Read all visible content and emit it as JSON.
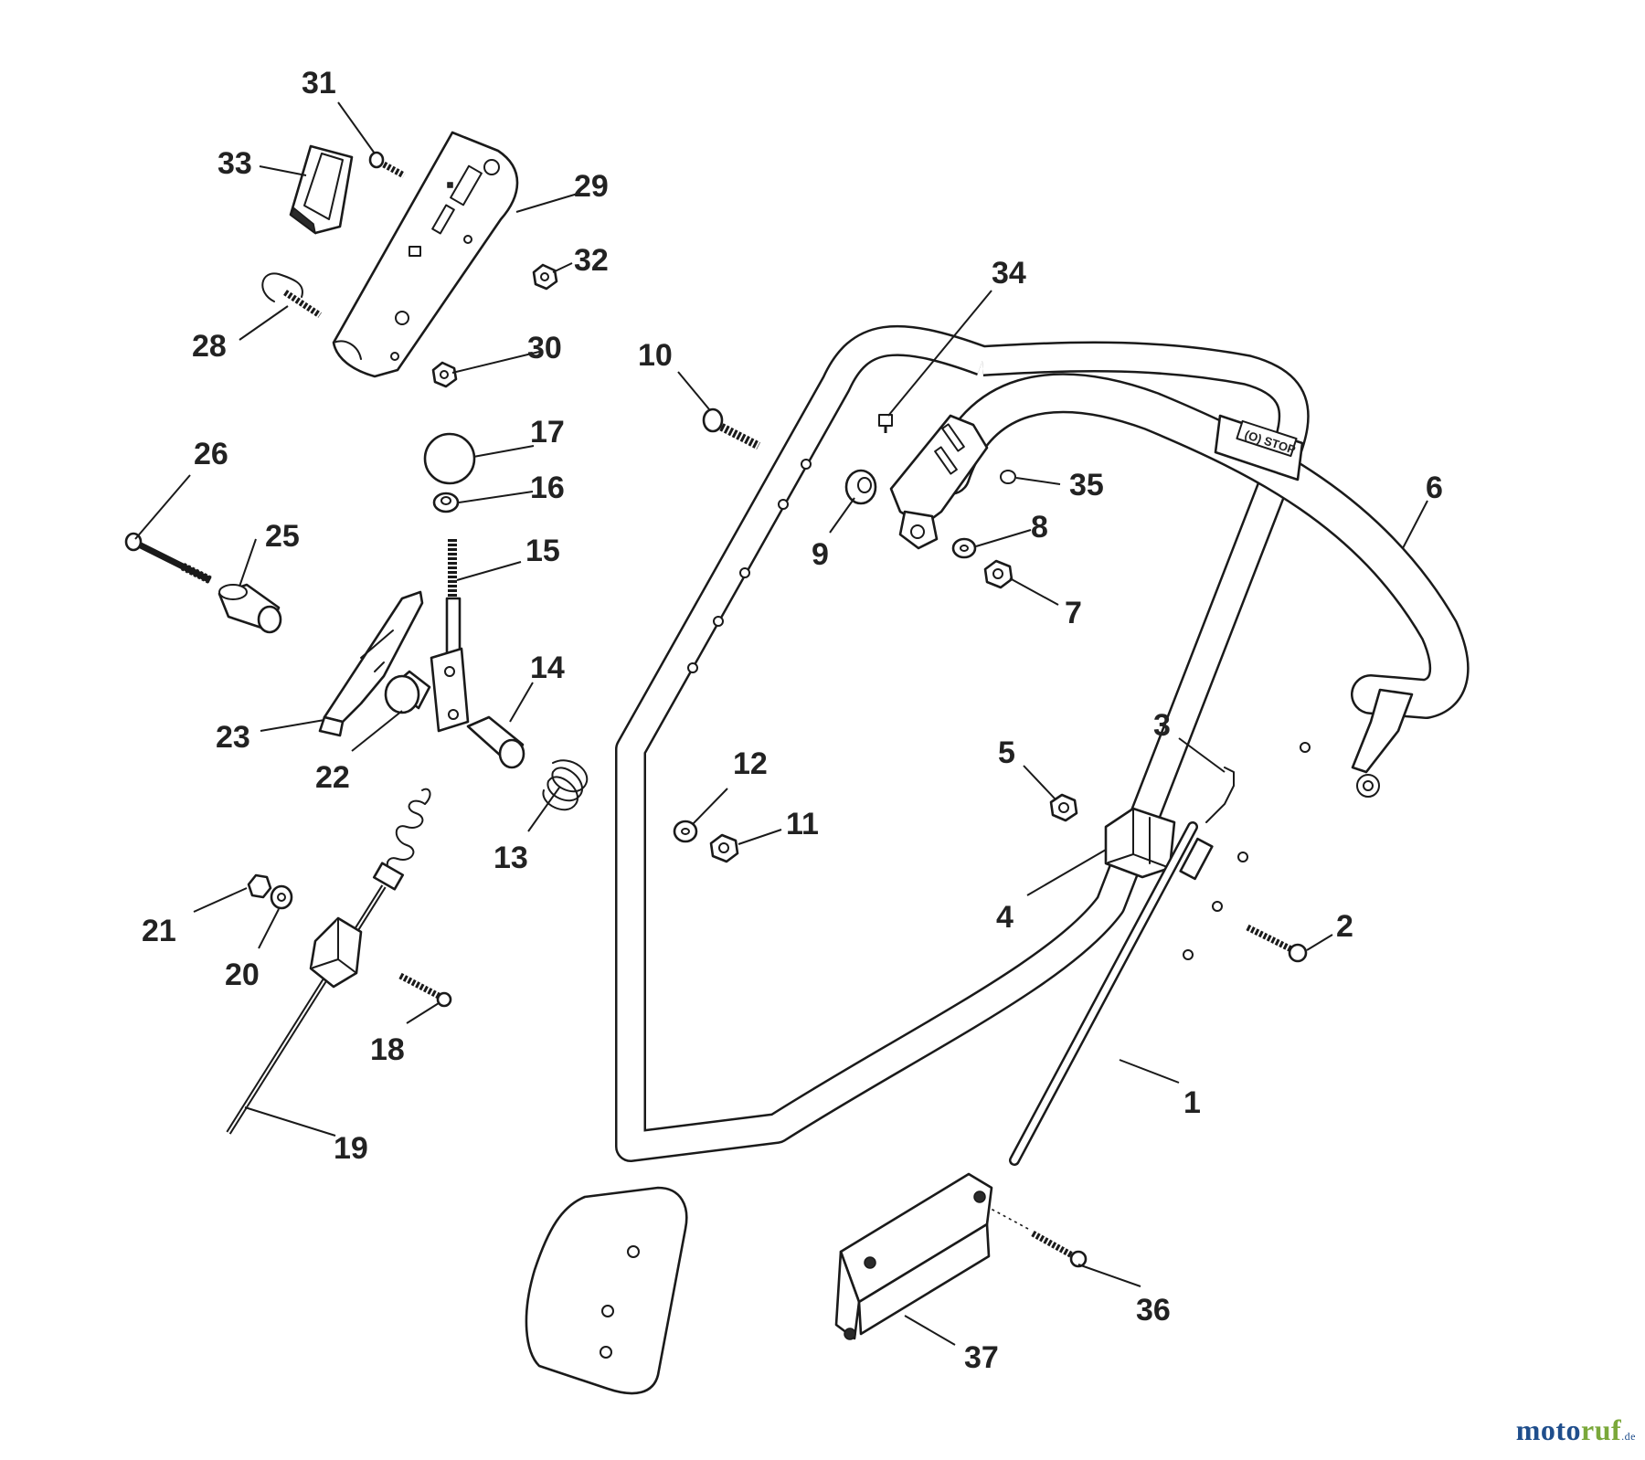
{
  "labels": {
    "p1": "1",
    "p2": "2",
    "p3": "3",
    "p4": "4",
    "p5": "5",
    "p6": "6",
    "p7": "7",
    "p8": "8",
    "p9": "9",
    "p10": "10",
    "p11": "11",
    "p12": "12",
    "p13": "13",
    "p14": "14",
    "p15": "15",
    "p16": "16",
    "p17": "17",
    "p18": "18",
    "p19": "19",
    "p20": "20",
    "p21": "21",
    "p22": "22",
    "p23": "23",
    "p25": "25",
    "p26": "26",
    "p28": "28",
    "p29": "29",
    "p30": "30",
    "p31": "31",
    "p32": "32",
    "p33": "33",
    "p34": "34",
    "p35": "35",
    "p36": "36",
    "p37": "37"
  },
  "grip_text": "(O) STOP",
  "brand": {
    "main": "moto",
    "accent": "ruf",
    "suffix": ".de"
  }
}
